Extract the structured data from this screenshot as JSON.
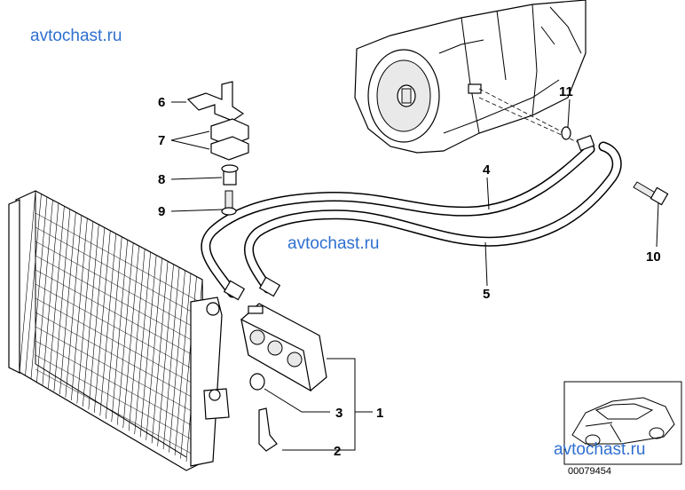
{
  "watermarks": [
    "avtochast.ru",
    "avtochast.ru",
    "avtochast.ru"
  ],
  "callouts": [
    "1",
    "2",
    "3",
    "4",
    "5",
    "6",
    "7",
    "8",
    "9",
    "10",
    "11"
  ],
  "diagram_ref": "00079454"
}
